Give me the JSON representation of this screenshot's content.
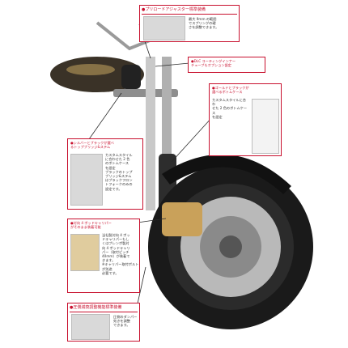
{
  "callouts": {
    "preload": {
      "title": "●プリロードアジャスター標準装備",
      "body": "最大 9mm の範囲\nでスプリングの硬\nさを調整できます。"
    },
    "dlc": {
      "title": "●DLC コーティングインナー\nチューブもオプション設定"
    },
    "gold_black": {
      "title": "●ゴールドとブラックが\n選べるボトムケース",
      "body": "カスタムスタイルに合わ\nせた 2 色のボトムケース\nを設定"
    },
    "silver_black": {
      "title": "●シルバーとブラックが選べ\nるトップブリッジ&ステム",
      "body": "カスタムスタイル\nに合わせた 2 色\nのボトムケース\nを設定\nブラックのトップ\nブリッジ&ステム\nはブラックフロン\nトフォークのみの\n設定です。"
    },
    "caliper": {
      "title": "●対向 4 ポッドキャリパー\nがそのまま装着可能",
      "body": "当社製対向 4 ポッ\nドキャリパーもし\nくはブレンボ製対\n向 4 ポッドキャリ\nパー（取付ピッチ\n40mm）が装着で\nきます。\n※キャリパー取付ボルトが別途\n必要です。"
    },
    "damper": {
      "title": "●圧側減衰調整機能標準装備",
      "body": "圧側のダンパー\n効きを調整\nできます。"
    }
  },
  "colors": {
    "accent": "#c8102e",
    "tire": "#1a1a1a",
    "rotor": "#b9b9b9",
    "chrome": "#d0d0d0"
  }
}
